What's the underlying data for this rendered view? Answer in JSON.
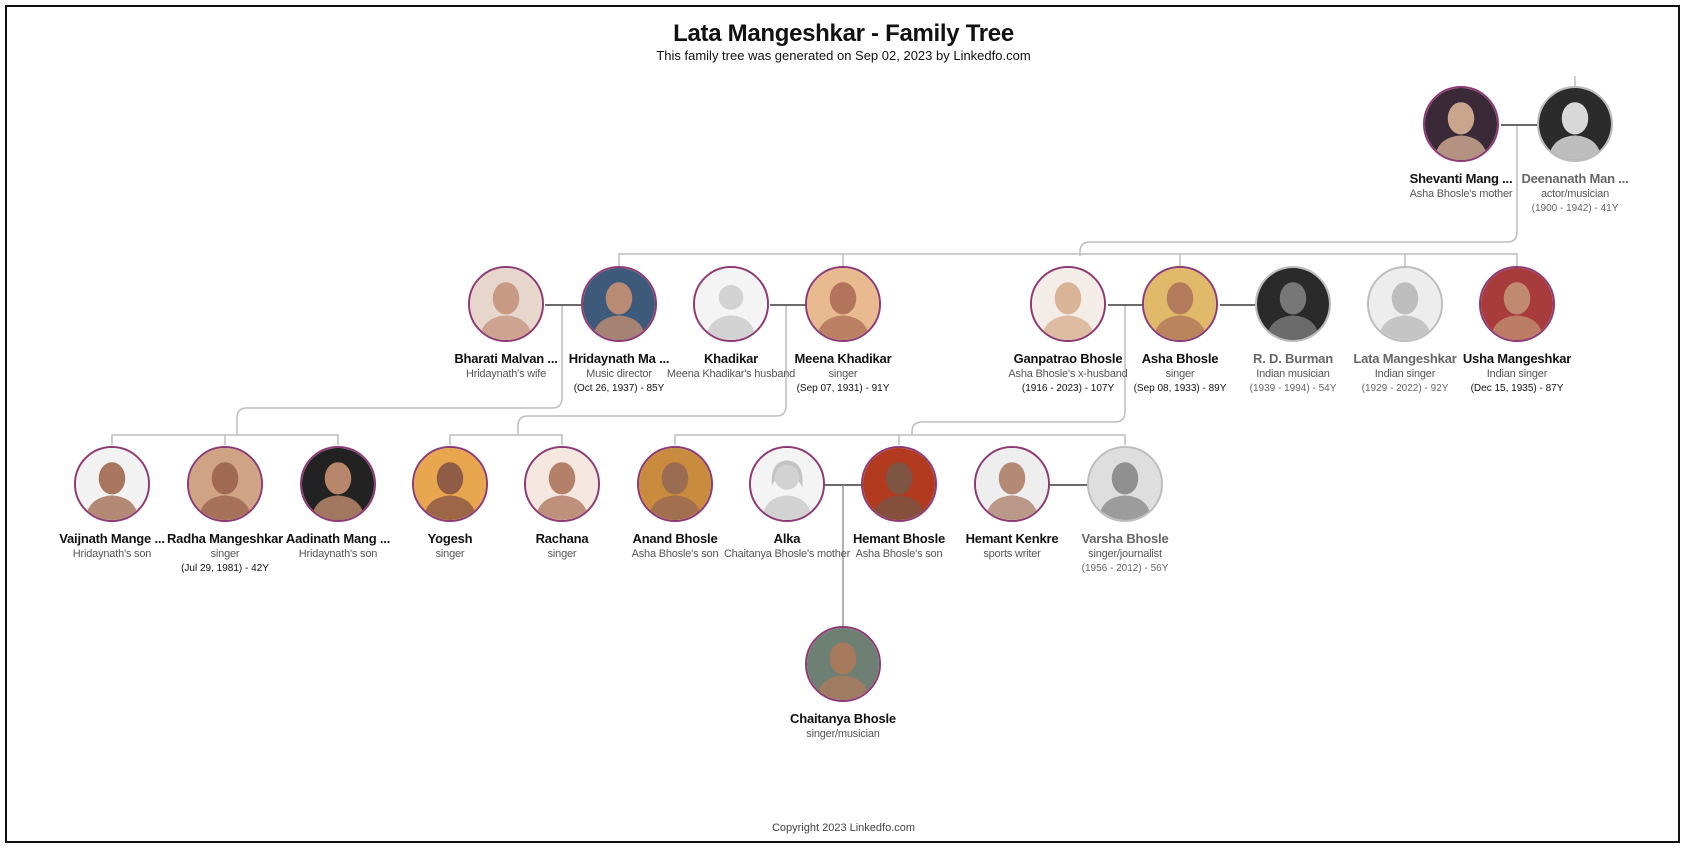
{
  "header": {
    "title": "Lata Mangeshkar - Family Tree",
    "subtitle": "This family tree was generated on Sep 02, 2023 by Linkedfo.com"
  },
  "footer": {
    "copyright": "Copyright 2023 Linkedfo.com"
  },
  "colors": {
    "living_border": "#8e3a74",
    "deceased_border": "#bdbdbd",
    "link": "#bdbdbd",
    "spouse_link": "#555555"
  },
  "people": {
    "shevanti": {
      "name": "Shevanti Mang ...",
      "role": "Asha Bhosle's mother",
      "dates": "",
      "deceased": false,
      "icon": "photo-icon"
    },
    "deenanath": {
      "name": "Deenanath Man ...",
      "role": "actor/musician",
      "dates": "(1900 - 1942) - 41Y",
      "deceased": true,
      "icon": "photo-icon"
    },
    "bharati": {
      "name": "Bharati Malvan ...",
      "role": "Hridaynath's wife",
      "dates": "",
      "deceased": false,
      "icon": "photo-icon"
    },
    "hridaynath": {
      "name": "Hridaynath Ma ...",
      "role": "Music director",
      "dates": "(Oct 26, 1937) - 85Y",
      "deceased": false,
      "icon": "photo-icon"
    },
    "khadikar": {
      "name": "Khadikar",
      "role": "Meena Khadikar's husband",
      "dates": "",
      "deceased": false,
      "icon": "male-silhouette-icon"
    },
    "meena": {
      "name": "Meena Khadikar",
      "role": "singer",
      "dates": "(Sep 07, 1931) - 91Y",
      "deceased": false,
      "icon": "photo-icon"
    },
    "ganpatrao": {
      "name": "Ganpatrao Bhosle",
      "role": "Asha Bhosle's x-husband",
      "dates": "(1916 - 2023) - 107Y",
      "deceased": false,
      "icon": "photo-icon"
    },
    "asha": {
      "name": "Asha Bhosle",
      "role": "singer",
      "dates": "(Sep 08, 1933) - 89Y",
      "deceased": false,
      "icon": "photo-icon"
    },
    "rdburman": {
      "name": "R. D. Burman",
      "role": "Indian musician",
      "dates": "(1939 - 1994) - 54Y",
      "deceased": true,
      "icon": "photo-icon"
    },
    "lata": {
      "name": "Lata Mangeshkar",
      "role": "Indian singer",
      "dates": "(1929 - 2022) - 92Y",
      "deceased": true,
      "icon": "photo-icon"
    },
    "usha": {
      "name": "Usha Mangeshkar",
      "role": "Indian singer",
      "dates": "(Dec 15, 1935) - 87Y",
      "deceased": false,
      "icon": "photo-icon"
    },
    "vaijnath": {
      "name": "Vaijnath Mange ...",
      "role": "Hridaynath's son",
      "dates": "",
      "deceased": false,
      "icon": "photo-icon"
    },
    "radha": {
      "name": "Radha Mangeshkar",
      "role": "singer",
      "dates": "(Jul 29, 1981) - 42Y",
      "deceased": false,
      "icon": "photo-icon"
    },
    "aadinath": {
      "name": "Aadinath Mang ...",
      "role": "Hridaynath's son",
      "dates": "",
      "deceased": false,
      "icon": "photo-icon"
    },
    "yogesh": {
      "name": "Yogesh",
      "role": "singer",
      "dates": "",
      "deceased": false,
      "icon": "photo-icon"
    },
    "rachana": {
      "name": "Rachana",
      "role": "singer",
      "dates": "",
      "deceased": false,
      "icon": "photo-icon"
    },
    "anand": {
      "name": "Anand Bhosle",
      "role": "Asha Bhosle's son",
      "dates": "",
      "deceased": false,
      "icon": "photo-icon"
    },
    "alka": {
      "name": "Alka",
      "role": "Chaitanya Bhosle's mother",
      "dates": "",
      "deceased": false,
      "icon": "female-silhouette-icon"
    },
    "hemant": {
      "name": "Hemant Bhosle",
      "role": "Asha Bhosle's son",
      "dates": "",
      "deceased": false,
      "icon": "photo-icon"
    },
    "kenkre": {
      "name": "Hemant Kenkre",
      "role": "sports writer",
      "dates": "",
      "deceased": false,
      "icon": "photo-icon"
    },
    "varsha": {
      "name": "Varsha Bhosle",
      "role": "singer/journalist",
      "dates": "(1956 - 2012) - 56Y",
      "deceased": true,
      "icon": "photo-icon"
    },
    "chaitanya": {
      "name": "Chaitanya Bhosle",
      "role": "singer/musician",
      "dates": "",
      "deceased": false,
      "icon": "photo-icon"
    }
  }
}
